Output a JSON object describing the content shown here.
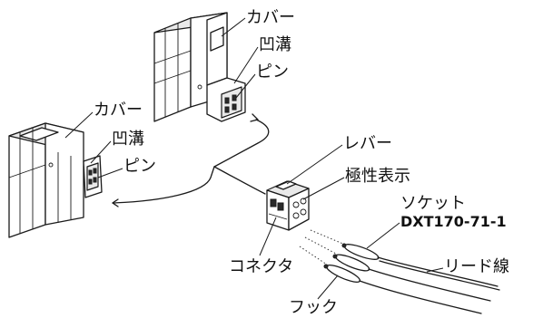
{
  "labels": {
    "top_unit": {
      "cover": "カバー",
      "groove": "凹溝",
      "pin": "ピン"
    },
    "left_unit": {
      "cover": "カバー",
      "groove": "凹溝",
      "pin": "ピン"
    },
    "lever": "レバー",
    "polarity_mark": "極性表示",
    "socket": "ソケット",
    "socket_model": "DXT170-71-1",
    "lead_wire": "リード線",
    "connector": "コネクタ",
    "hook": "フック"
  },
  "colors": {
    "line": "#1a1a1a",
    "shade": "#e9e9e9",
    "background": "#ffffff"
  }
}
